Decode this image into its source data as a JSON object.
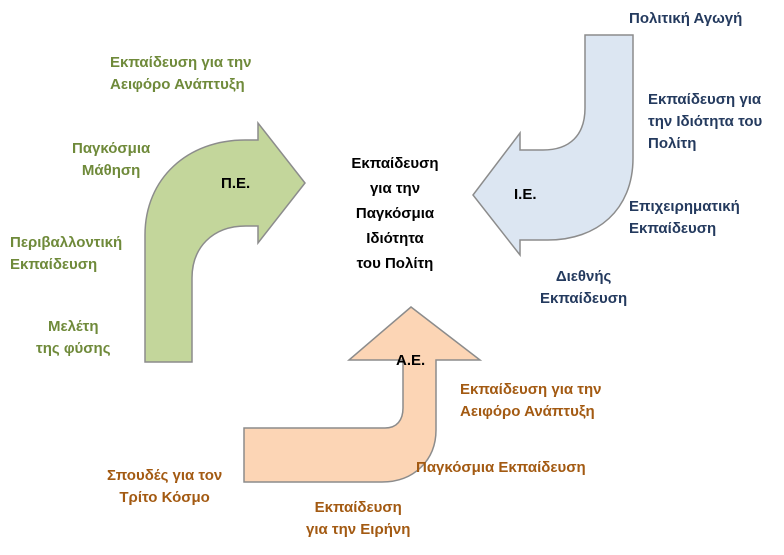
{
  "center": {
    "text": "Εκπαίδευση\nγια την\nΠαγκόσμια\nΙδιότητα\nτου Πολίτη"
  },
  "arrows": {
    "pe": {
      "label": "Π.Ε.",
      "color": "#c3d69b"
    },
    "ie": {
      "label": "Ι.Ε.",
      "color": "#dce6f2"
    },
    "ae": {
      "label": "Α.Ε.",
      "color": "#fcd5b5"
    }
  },
  "pe_items": [
    "Εκπαίδευση για την\nΑειφόρο Ανάπτυξη",
    "Παγκόσμια\nΜάθηση",
    "Περιβαλλοντική\nΕκπαίδευση",
    "Μελέτη\nτης φύσης"
  ],
  "ie_items": [
    "Πολιτική Αγωγή",
    "Εκπαίδευση για\nτην Ιδιότητα του\nΠολίτη",
    "Επιχειρηματική\nΕκπαίδευση",
    "Διεθνής\nΕκπαίδευση"
  ],
  "ae_items": [
    "Εκπαίδευση για την\nΑειφόρο Ανάπτυξη",
    "Παγκόσμια Εκπαίδευση",
    "Σπουδές για τον\nΤρίτο Κόσμο",
    "Εκπαίδευση\nγια την Ειρήνη"
  ],
  "colors": {
    "pe_text": "#6f8a3a",
    "ie_text": "#243a5e",
    "ae_text": "#a35a12",
    "arrow_outline": "#8c8c8c"
  }
}
